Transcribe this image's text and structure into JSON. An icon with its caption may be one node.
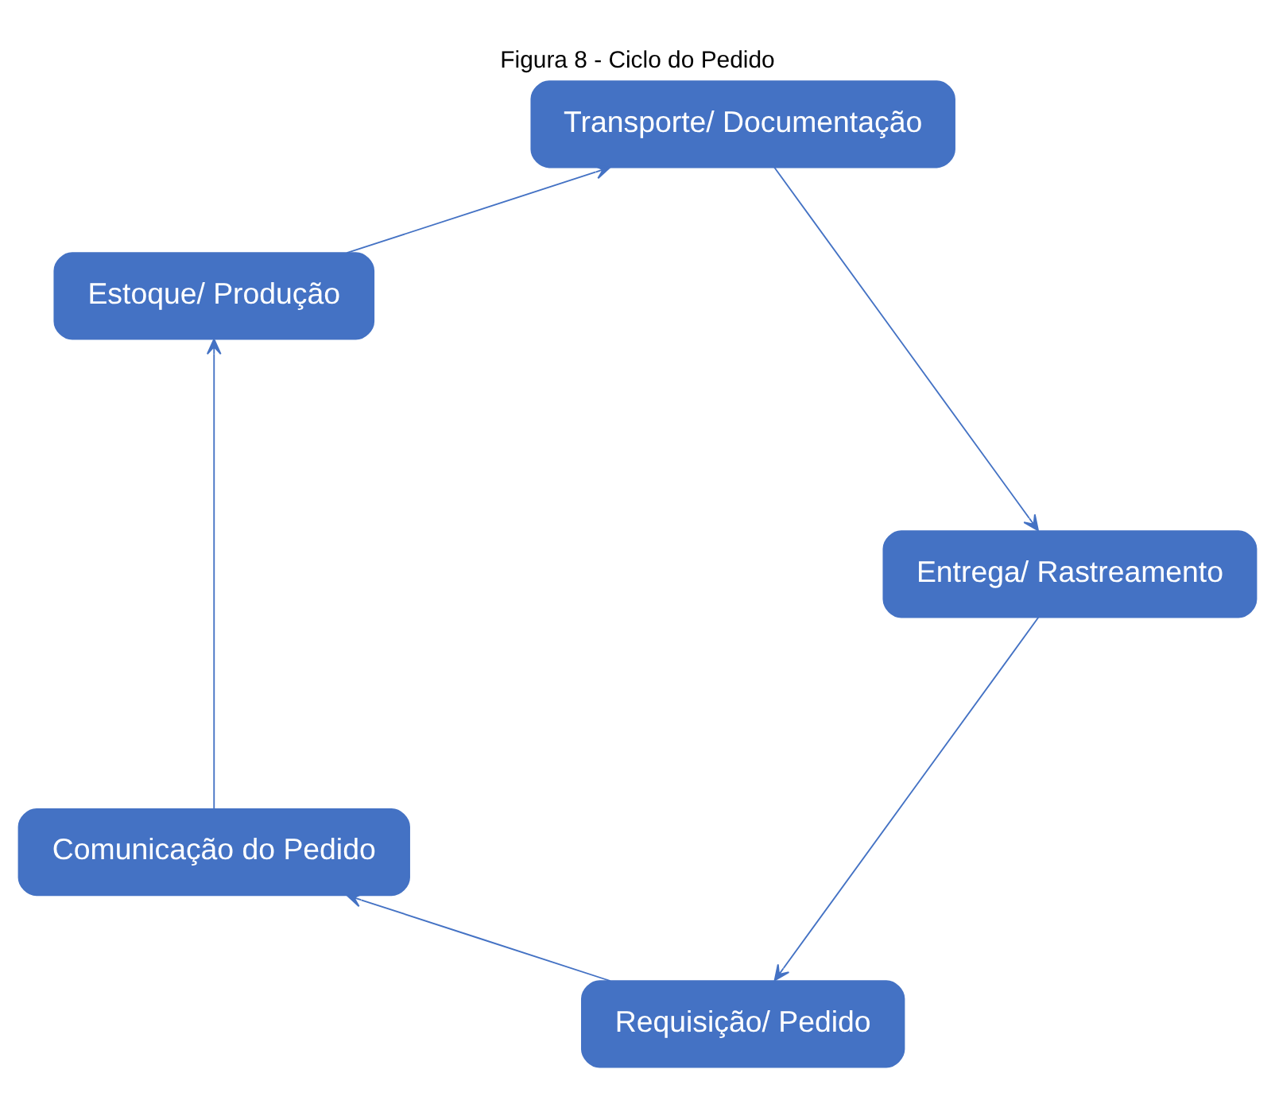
{
  "diagram": {
    "title": "Figura 8 - Ciclo do Pedido",
    "nodes": [
      {
        "text": [
          "Requisição/ Pedido"
        ]
      },
      {
        "text": [
          "Comunicação do Pedido"
        ]
      },
      {
        "text": [
          "Estoque/ Produção"
        ]
      },
      {
        "text": [
          "Transporte/ Documentação"
        ]
      },
      {
        "text": [
          "Entrega/ Rastreamento"
        ]
      }
    ],
    "edges": [
      {
        "from": 0,
        "to": 1,
        "arrow": "to"
      },
      {
        "from": 1,
        "to": 2,
        "arrow": "to"
      },
      {
        "from": 2,
        "to": 3,
        "arrow": "to"
      },
      {
        "from": 3,
        "to": 4,
        "arrow": "to"
      },
      {
        "from": 4,
        "to": 0,
        "arrow": "to"
      }
    ]
  }
}
